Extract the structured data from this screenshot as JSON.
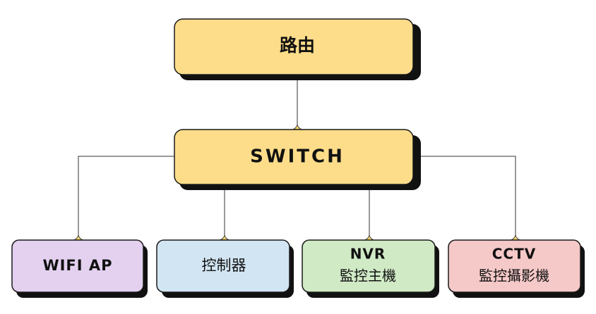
{
  "colors": {
    "yellow": "#fddd8a",
    "purple": "#e4d0ef",
    "blue": "#d2e5f3",
    "green": "#cfeac5",
    "pink": "#f6c9c9"
  },
  "nodes": {
    "router": {
      "label": "路由"
    },
    "switch": {
      "label": "SWITCH"
    },
    "wifi_ap": {
      "label": "WIFI AP"
    },
    "controller": {
      "label": "控制器"
    },
    "nvr": {
      "label": "NVR",
      "sublabel": "監控主機"
    },
    "cctv": {
      "label": "CCTV",
      "sublabel": "監控攝影機"
    }
  }
}
